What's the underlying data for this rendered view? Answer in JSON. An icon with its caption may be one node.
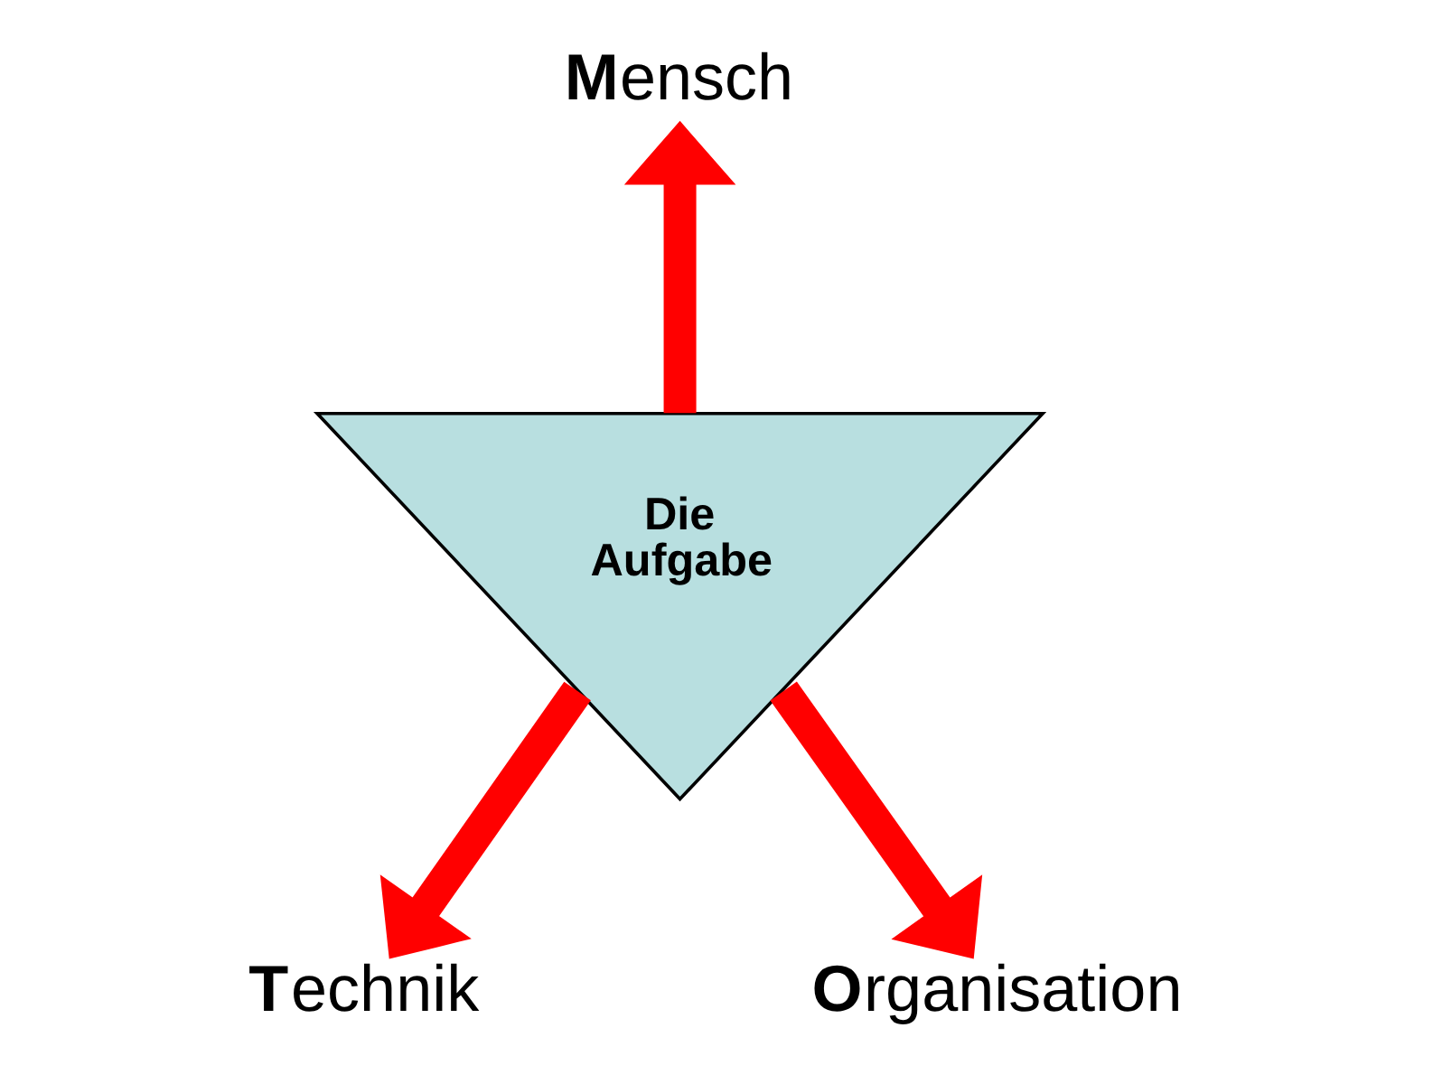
{
  "diagram": {
    "nodes": [
      {
        "text": [
          "Die Aufgabe"
        ]
      },
      {
        "text": [
          "**M**ensch"
        ]
      },
      {
        "text": [
          "**T**echnik"
        ]
      },
      {
        "text": [
          "**O**rganisation"
        ]
      }
    ],
    "edges": [
      {
        "from": 0,
        "to": 1,
        "arrow": "to",
        "color": "#ff0000"
      },
      {
        "from": 0,
        "to": 2,
        "arrow": "to",
        "color": "#ff0000"
      },
      {
        "from": 0,
        "to": 3,
        "arrow": "to",
        "color": "#ff0000"
      }
    ]
  }
}
